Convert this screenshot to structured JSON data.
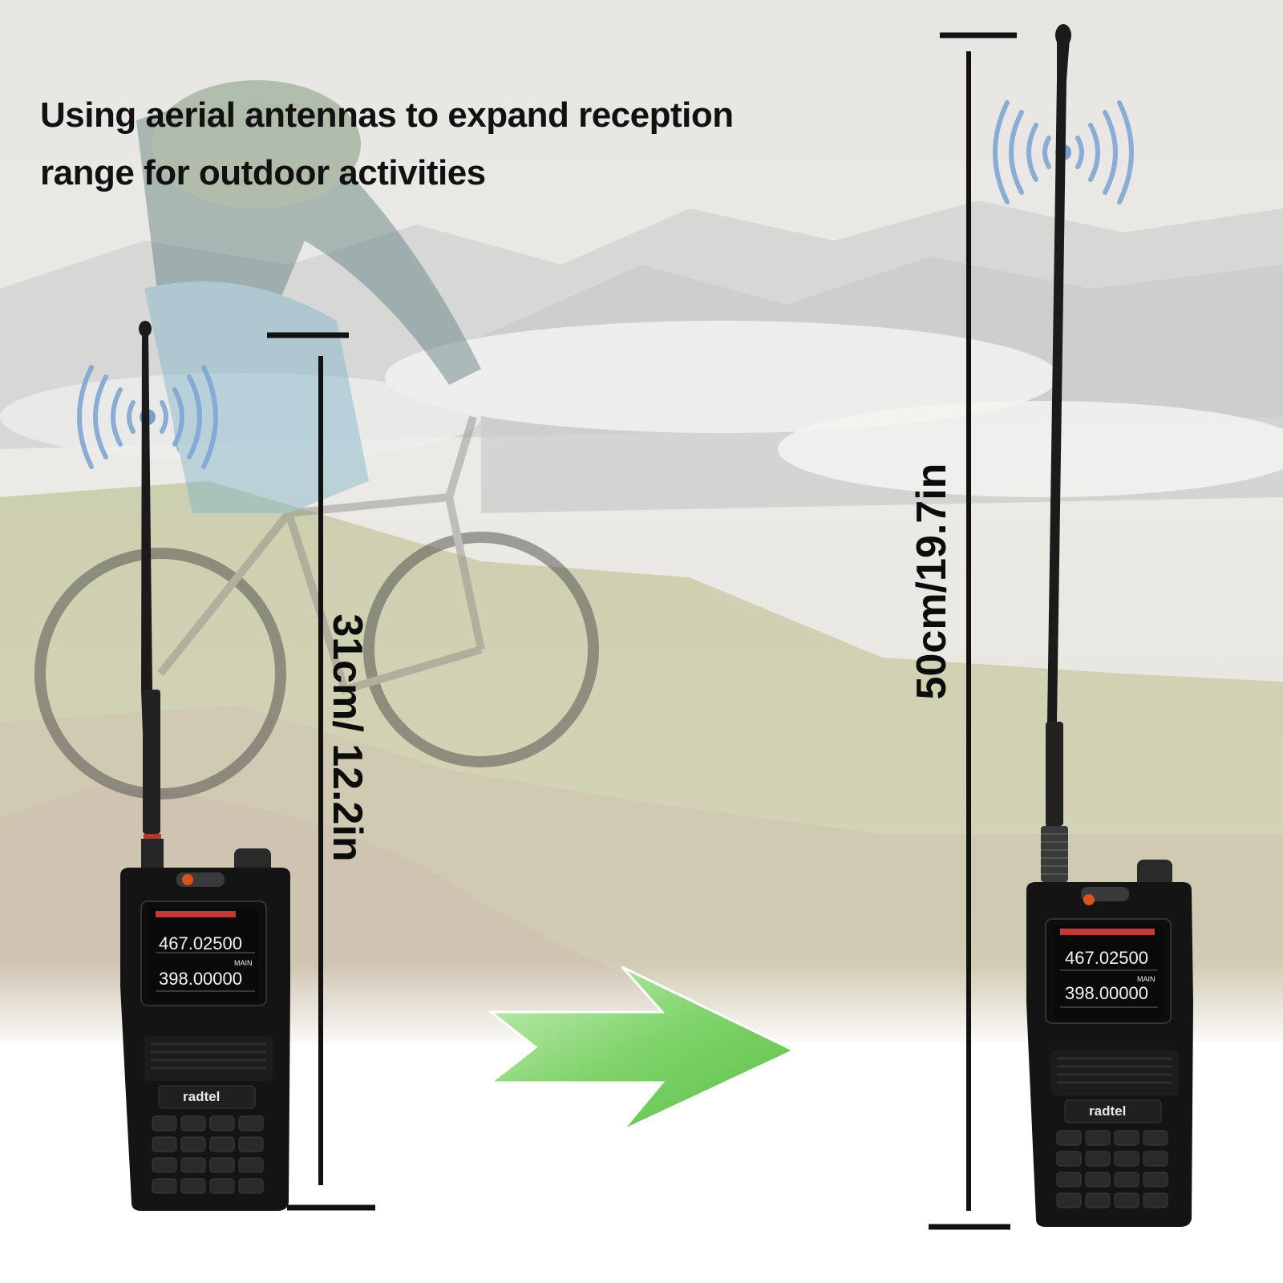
{
  "headline": {
    "line1": "Using aerial antennas to expand reception",
    "line2": "range for outdoor activities"
  },
  "dimensions": {
    "short_antenna": "31cm/ 12.2in",
    "long_antenna": "50cm/19.7in"
  },
  "radio": {
    "brand": "radtel",
    "frequency_a": "467.02500",
    "frequency_b": "398.00000",
    "main_tag": "MAIN"
  },
  "colors": {
    "arrow": "#7fd36a",
    "signal_waves": "#7fa7d4",
    "radio_body": "#141414"
  },
  "icons": [
    "signal-waves-icon",
    "arrow-right-icon"
  ]
}
